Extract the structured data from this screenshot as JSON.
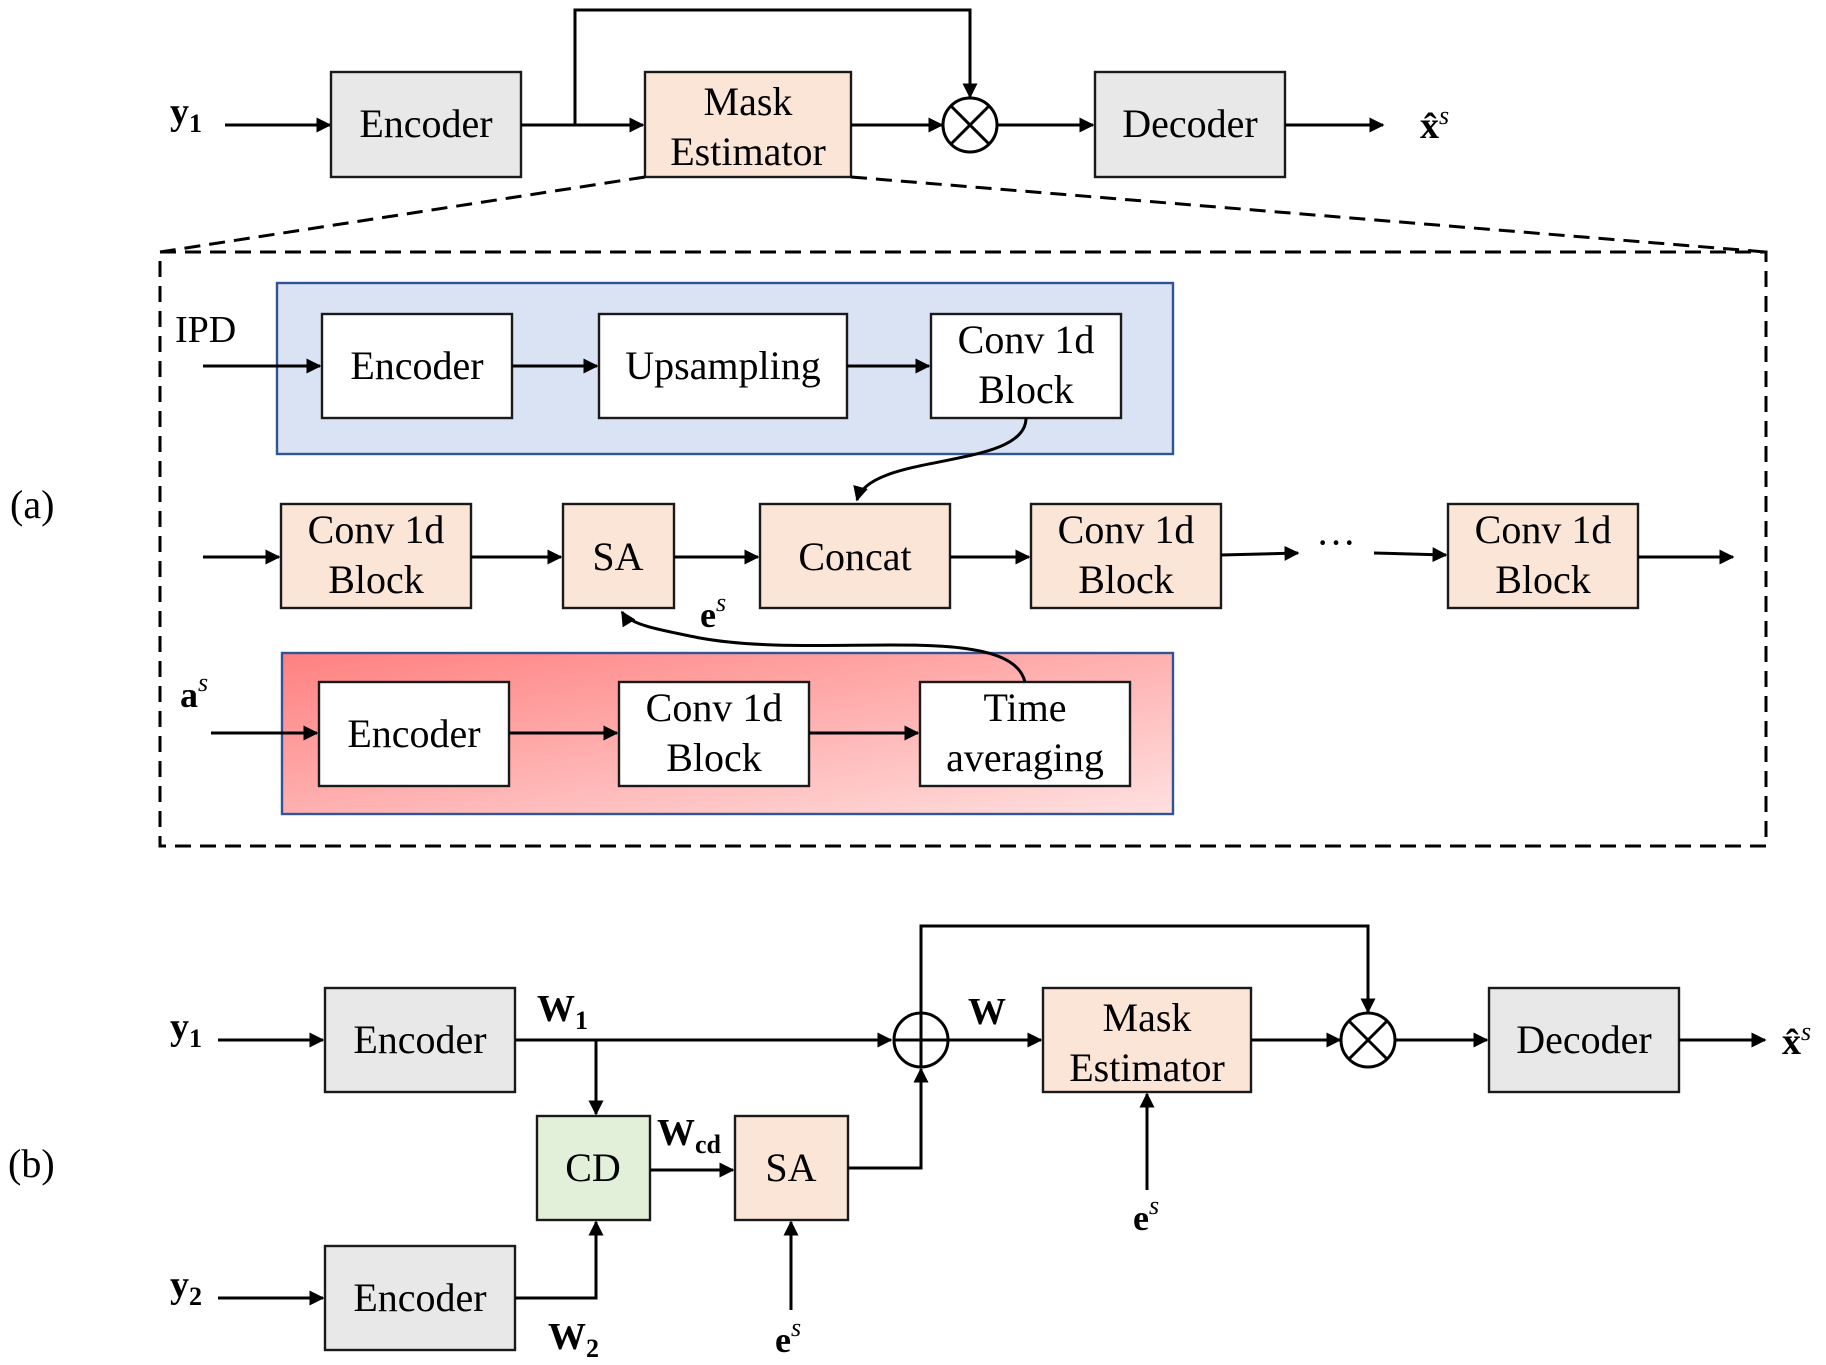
{
  "panel_a": {
    "tag": "(a)",
    "top": {
      "input": "y",
      "input_sub": "1",
      "encoder": "Encoder",
      "mask_line1": "Mask",
      "mask_line2": "Estimator",
      "decoder": "Decoder",
      "output": "x̂",
      "output_sup": "s"
    },
    "ipd_row": {
      "input": "IPD",
      "encoder": "Encoder",
      "upsampling": "Upsampling",
      "conv_line1": "Conv 1d",
      "conv_line2": "Block"
    },
    "main_row": {
      "conv1_line1": "Conv 1d",
      "conv1_line2": "Block",
      "sa": "SA",
      "concat": "Concat",
      "conv2_line1": "Conv 1d",
      "conv2_line2": "Block",
      "ellipsis": "···",
      "conv3_line1": "Conv 1d",
      "conv3_line2": "Block",
      "embed": "e",
      "embed_sup": "s"
    },
    "speaker_row": {
      "input": "a",
      "input_sup": "s",
      "encoder": "Encoder",
      "conv_line1": "Conv 1d",
      "conv_line2": "Block",
      "time_line1": "Time",
      "time_line2": "averaging"
    }
  },
  "panel_b": {
    "tag": "(b)",
    "y1": "y",
    "y1_sub": "1",
    "y2": "y",
    "y2_sub": "2",
    "encoder1": "Encoder",
    "encoder2": "Encoder",
    "w1": "W",
    "w1_sub": "1",
    "w2": "W",
    "w2_sub": "2",
    "cd": "CD",
    "wcd": "W",
    "wcd_sub": "cd",
    "sa": "SA",
    "w": "W",
    "mask_line1": "Mask",
    "mask_line2": "Estimator",
    "decoder": "Decoder",
    "output": "x̂",
    "output_sup": "s",
    "embed_sa": "e",
    "embed_sa_sup": "s",
    "embed_mask": "e",
    "embed_mask_sup": "s"
  },
  "colors": {
    "gray_box": "#e8e8e8",
    "peach_box": "#fbe5d6",
    "green_box": "#e2f0d9",
    "blue_panel": "#dae3f3",
    "blue_panel_border": "#2f5597",
    "red_panel_start": "#ff8080",
    "red_panel_end": "#ffe0e0"
  }
}
